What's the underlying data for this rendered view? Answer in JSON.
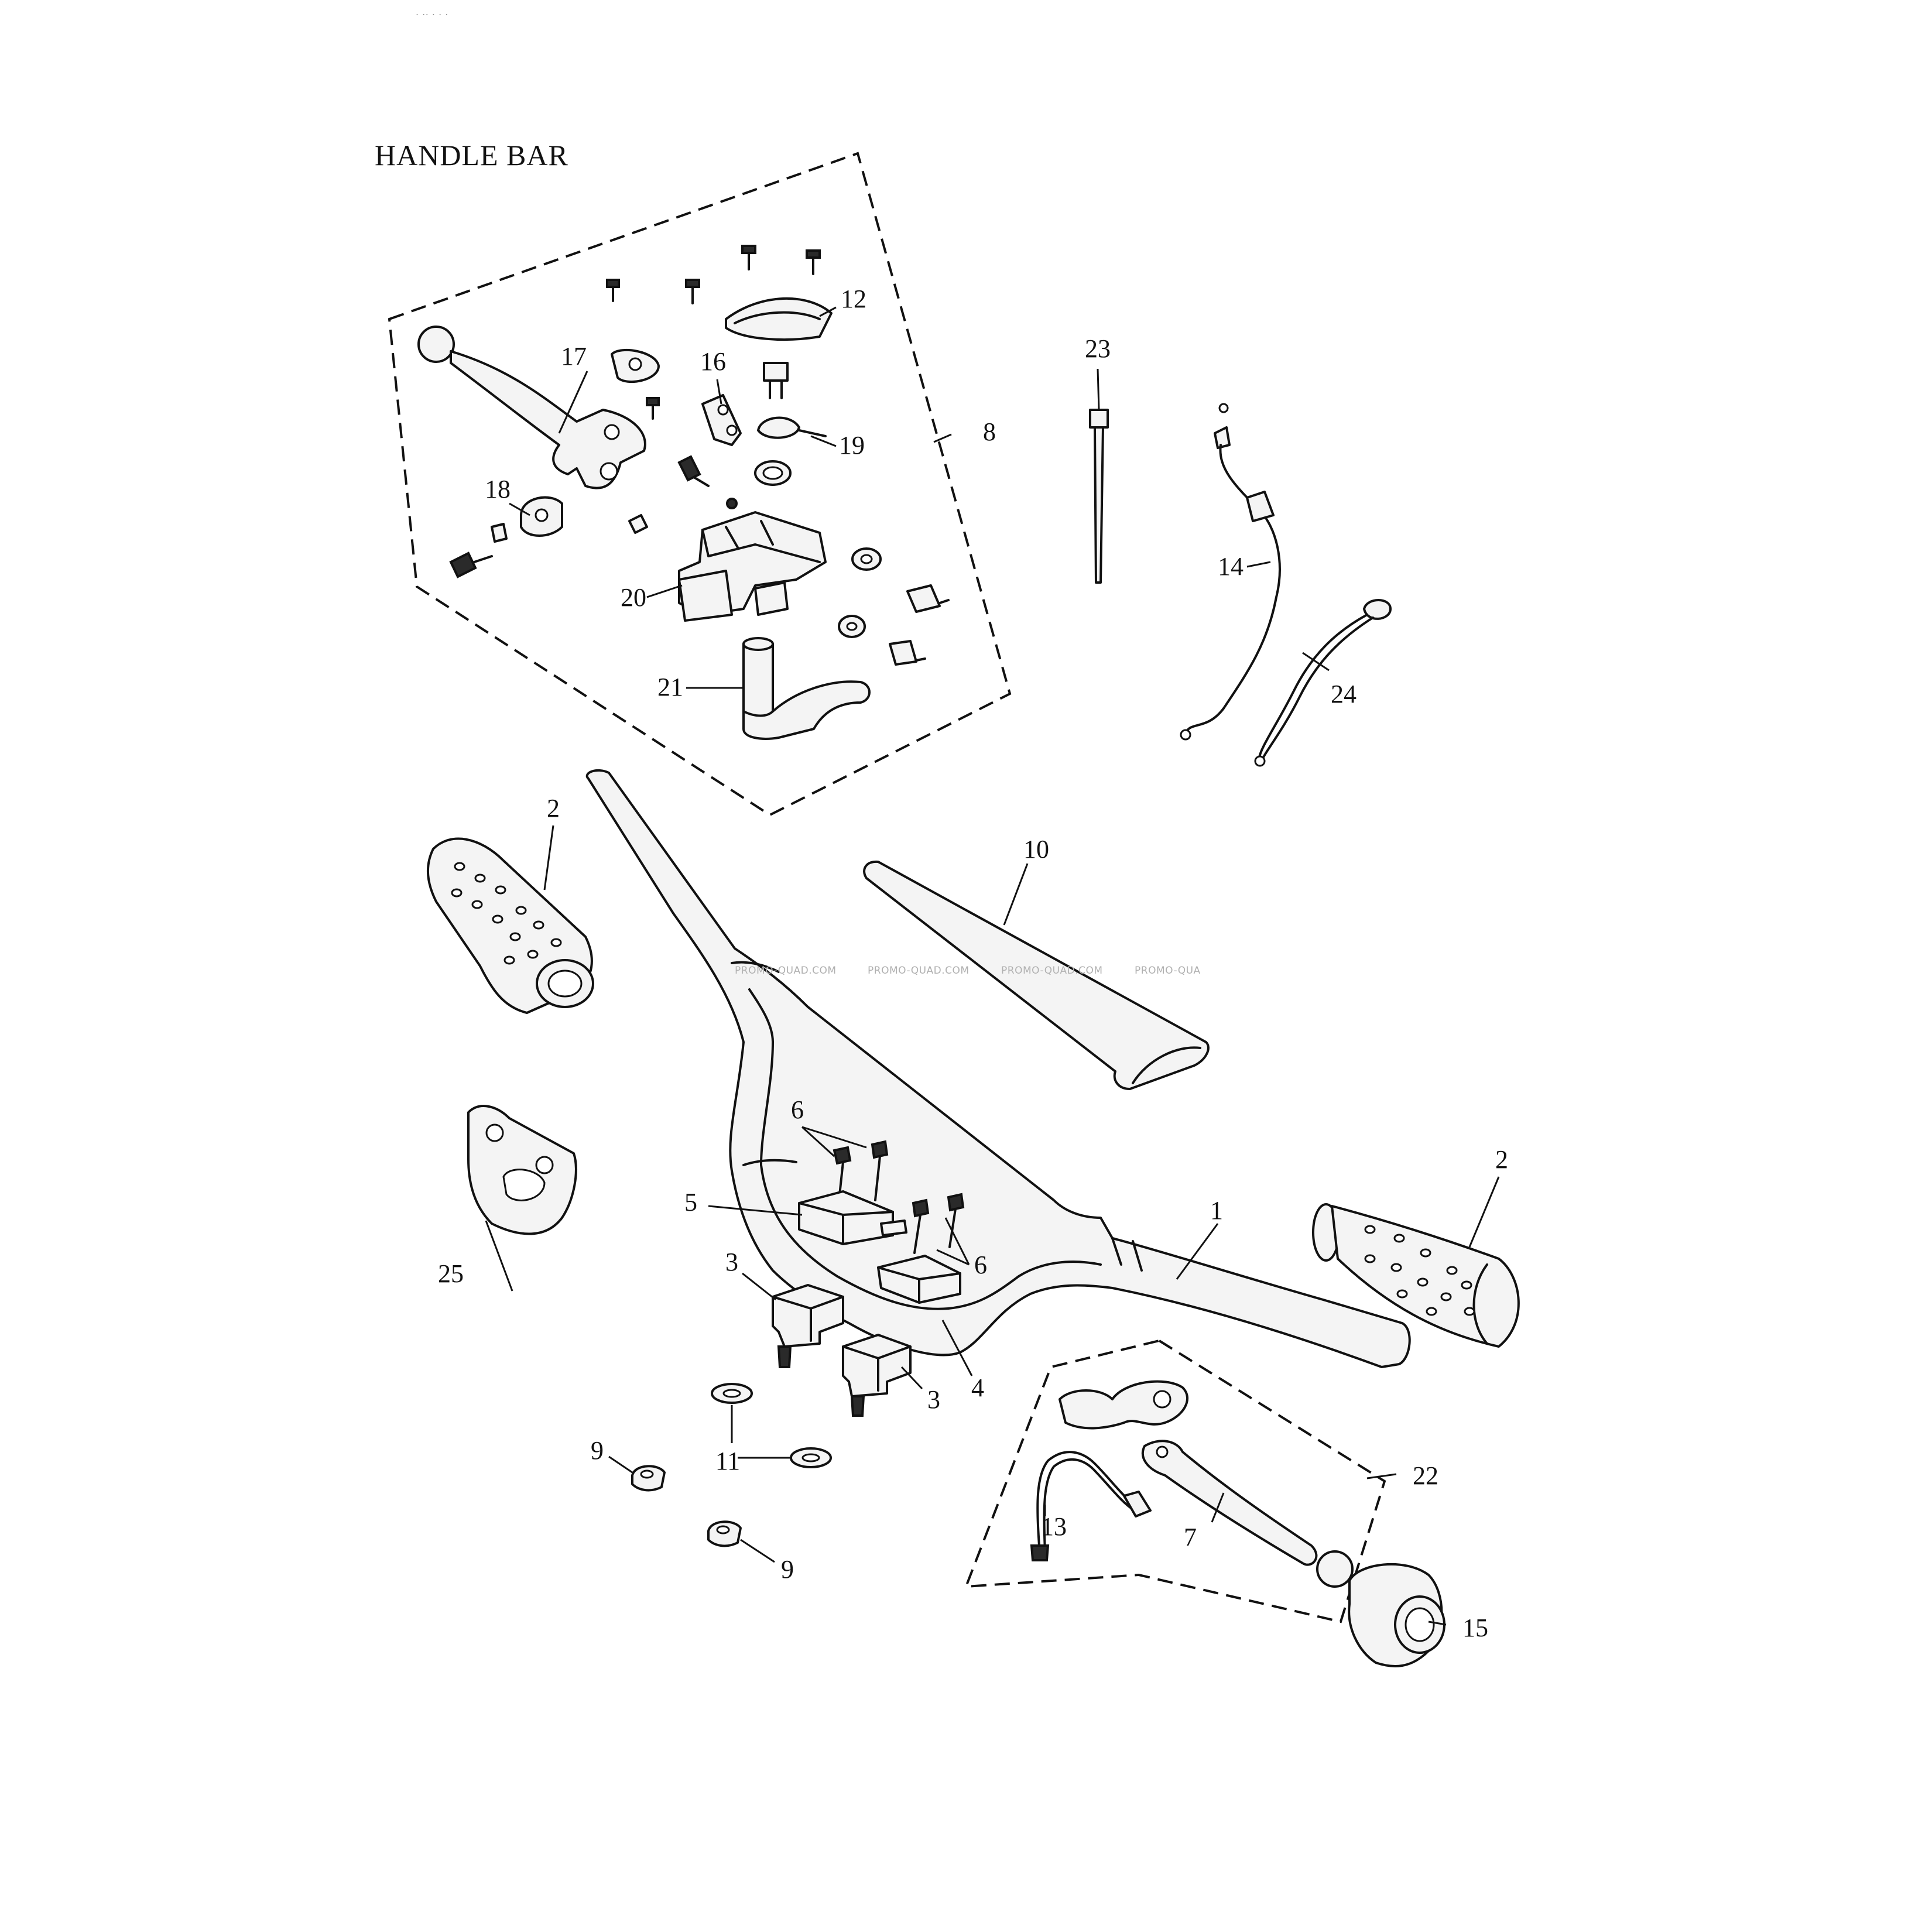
{
  "title": "HANDLE BAR",
  "header_marks": ". .. . . .",
  "watermarks": [
    "PROMO-QUAD.COM",
    "PROMO-QUAD.COM",
    "PROMO-QUAD.COM",
    "PROMO-QUA"
  ],
  "callouts": {
    "c1": "1",
    "c2a": "2",
    "c2b": "2",
    "c3a": "3",
    "c3b": "3",
    "c4": "4",
    "c5": "5",
    "c6a": "6",
    "c6b": "6",
    "c7": "7",
    "c8": "8",
    "c9a": "9",
    "c9b": "9",
    "c10": "10",
    "c11": "11",
    "c12": "12",
    "c13": "13",
    "c14": "14",
    "c15": "15",
    "c16": "16",
    "c17": "17",
    "c18": "18",
    "c19": "19",
    "c20": "20",
    "c21": "21",
    "c22": "22",
    "c23": "23",
    "c24": "24",
    "c25": "25"
  }
}
